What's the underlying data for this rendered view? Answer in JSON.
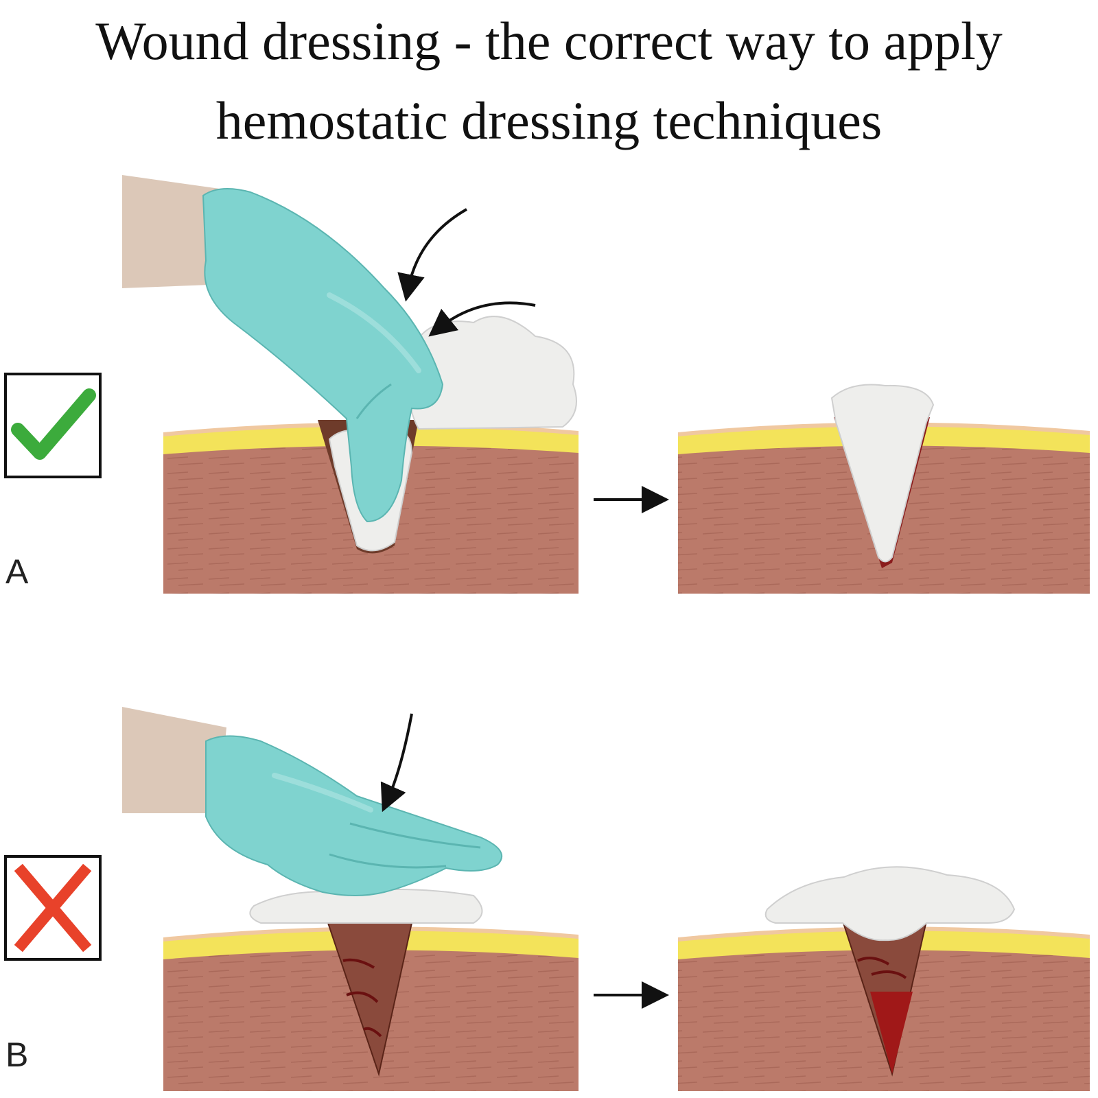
{
  "title": "Wound dressing - the correct way to apply hemostatic dressing techniques",
  "panels": [
    {
      "letter": "A",
      "verdict_icon": "check-mark-icon",
      "verdict_color": "#3cab3c"
    },
    {
      "letter": "B",
      "verdict_icon": "cross-mark-icon",
      "verdict_color": "#e8422a"
    }
  ],
  "colors": {
    "muscle": "#bb7a6a",
    "fat": "#f3e35a",
    "skin": "#f0c8a0",
    "glove": "#7fd3cf",
    "gauze": "#eeeeec",
    "blood": "#8a1c1c",
    "arm": "#dcc8b8"
  }
}
